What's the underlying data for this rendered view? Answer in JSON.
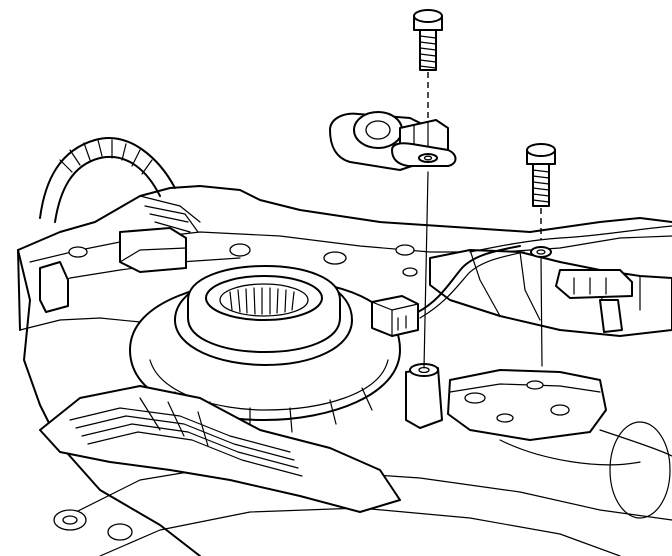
{
  "figure": {
    "type": "exploded-assembly-line-drawing",
    "labels": []
  },
  "components": {
    "bolts": [
      "upper-bolt",
      "right-bolt"
    ],
    "sensor": "speed-sensor-with-bracket",
    "base": "transmission-housing-with-valve-body"
  },
  "colors": {
    "line": "#000000",
    "fill": "#ffffff"
  }
}
